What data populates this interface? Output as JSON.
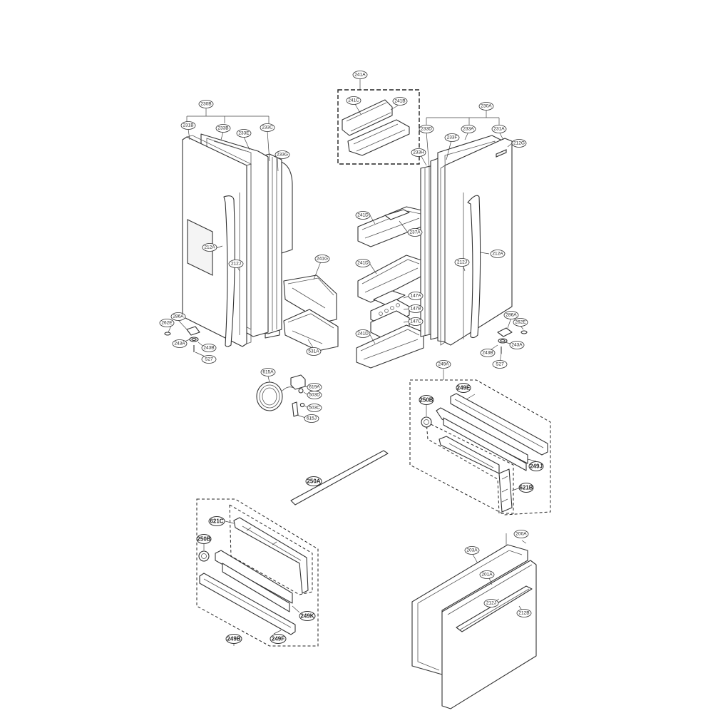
{
  "labels": {
    "c230B": "230B",
    "c231B": "231B",
    "c233B": "233B",
    "c233E": "233E",
    "c233C": "233C",
    "c233G": "233G",
    "c212A_l": "212A",
    "c212J_l": "212J",
    "c241G": "241G",
    "c286A_l": "286A",
    "c262E_l": "262E",
    "c243A_l": "243A",
    "c243B_l": "243B",
    "cS27_l": "S27",
    "c531A": "531A",
    "c241A": "241A",
    "c241C": "241C",
    "c241B": "241B",
    "c241D_1": "241D",
    "c237A": "237A",
    "c241D_2": "241D",
    "c147A": "147A",
    "c147B": "147B",
    "c147C": "147C",
    "c241D_3": "241D",
    "c230A": "230A",
    "c233D": "233D",
    "c233F": "233F",
    "c233A": "233A",
    "c231A": "231A",
    "c212G": "212G",
    "c233H": "233H",
    "c212J_r": "212J",
    "c212A_r": "212A",
    "c286A_r": "286A",
    "c262E_r": "262E",
    "c243B_r": "243B",
    "c243A_r": "243A",
    "cS27_r": "S27",
    "c615A": "615A",
    "c619A": "619A",
    "c503D": "503D",
    "c503C": "503C",
    "c615J": "615J",
    "c249A": "249A",
    "c250B_r": "250B",
    "c249E": "249E",
    "c249J": "249J",
    "c621B": "621B",
    "c250A": "250A",
    "c621C": "621C",
    "c250B_l": "250B",
    "c249K": "249K",
    "c249B": "249B",
    "c249F": "249F",
    "c200A": "200A",
    "c203A": "203A",
    "c201A": "201A",
    "c212J_b": "212J",
    "c212B": "212B"
  }
}
